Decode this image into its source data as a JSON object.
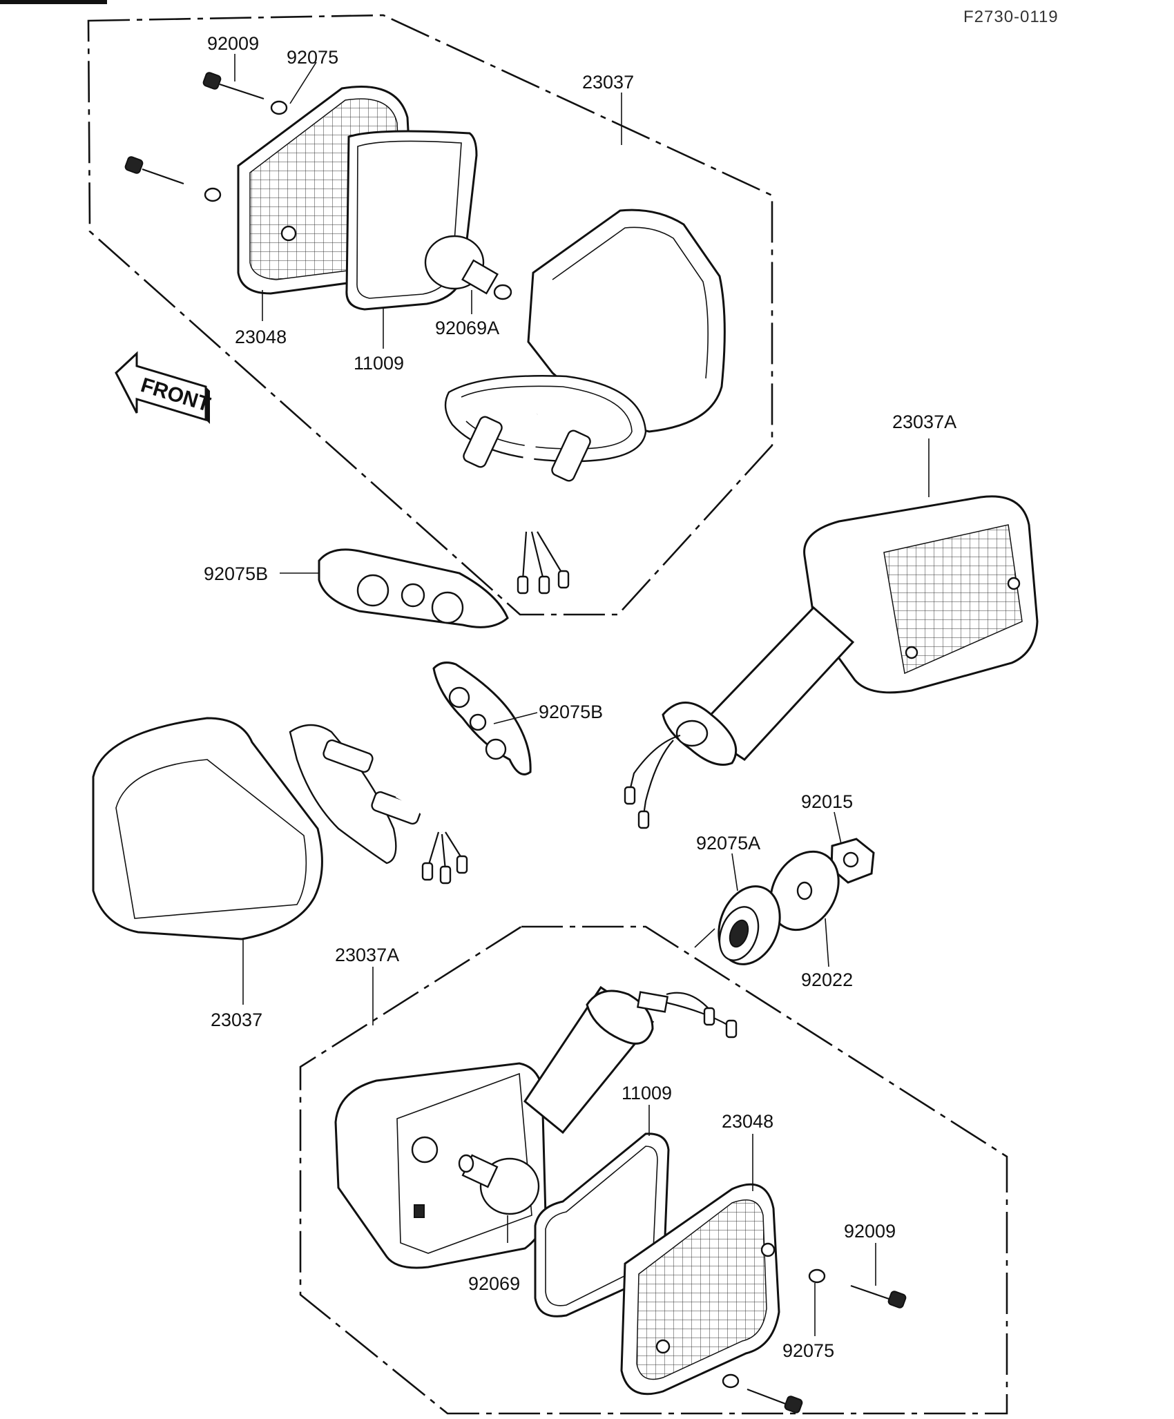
{
  "reference_code": "F2730-0119",
  "front_label": "FRONT",
  "callouts": {
    "top_screw": "92009",
    "top_washer": "92075",
    "top_assembly": "23037",
    "top_lens": "23048",
    "top_gasket": "11009",
    "top_bulb": "92069A",
    "front_pad": "92075B",
    "right_assembly": "23037A",
    "rear_pad": "92075B",
    "nut": "92015",
    "grommet": "92075A",
    "washer_large": "92022",
    "left_assembly": "23037",
    "bottom_assembly": "23037A",
    "bottom_gasket": "11009",
    "bottom_lens": "23048",
    "bottom_screw": "92009",
    "bottom_bulb": "92069",
    "bottom_washer": "92075"
  },
  "icons": {
    "front_arrow": "front-arrow-icon"
  }
}
